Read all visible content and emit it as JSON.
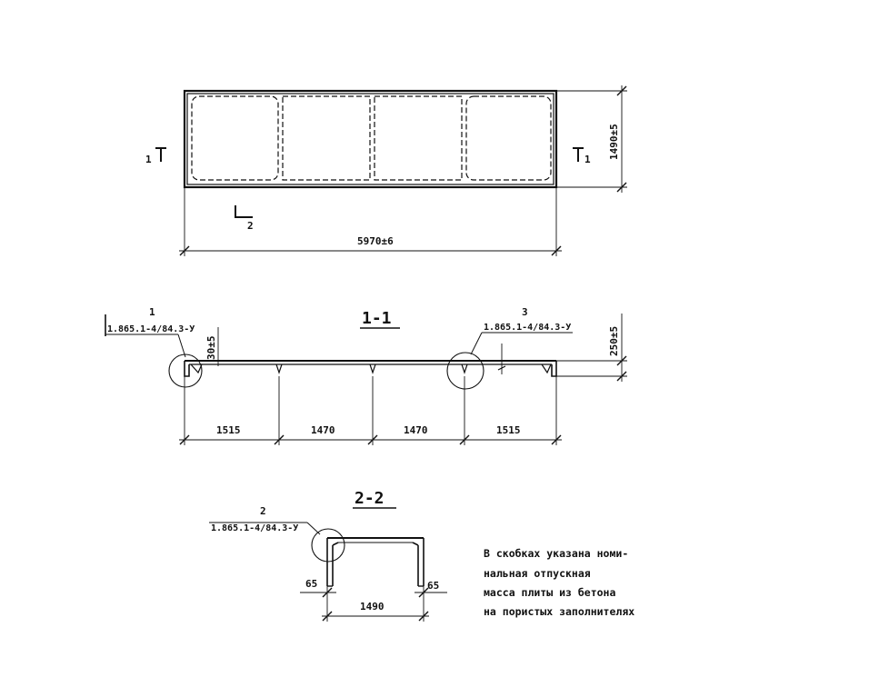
{
  "plan": {
    "overall_length": "5970±6",
    "width": "1490±5",
    "section1_left_mark": "1",
    "section1_right_mark": "1",
    "section2_mark": "2"
  },
  "section_1_1": {
    "title": "1-1",
    "callout_left_number": "1",
    "callout_left_ref": "1.865.1-4/84.3-У",
    "callout_right_number": "3",
    "callout_right_ref": "1.865.1-4/84.3-У",
    "rib_dim": "30±5",
    "height_dim": "250±5",
    "spans": [
      "1515",
      "1470",
      "1470",
      "1515"
    ]
  },
  "section_2_2": {
    "title": "2-2",
    "callout_number": "2",
    "callout_ref": "1.865.1-4/84.3-У",
    "left_dim": "65",
    "right_dim": "65",
    "width_dim": "1490"
  },
  "note": {
    "lines": [
      "В скобках указана номи-",
      "нальная отпускная",
      "масса плиты из бетона",
      "на пористых заполнителях"
    ]
  }
}
